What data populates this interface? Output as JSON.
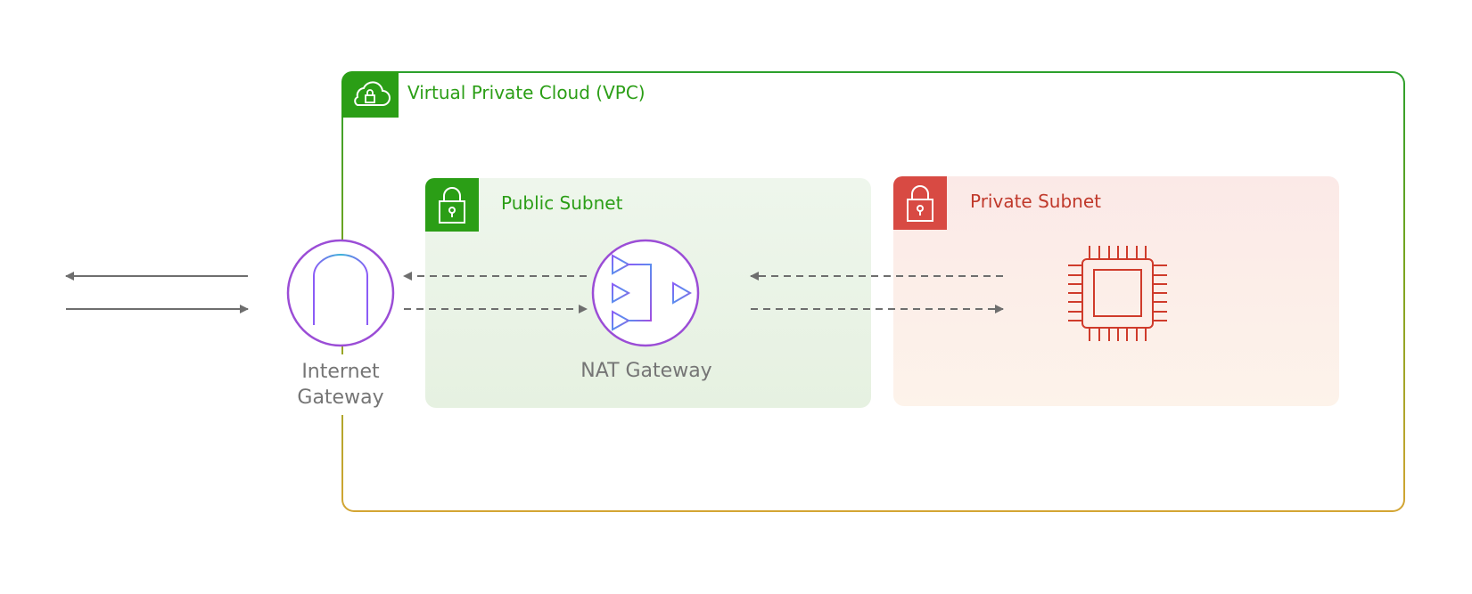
{
  "vpc": {
    "title": "Virtual Private Cloud (VPC)",
    "color": "#2b9e16",
    "icon": "cloud-lock-icon"
  },
  "subnets": {
    "public": {
      "title": "Public Subnet",
      "color": "#2b9e16",
      "icon": "lock-icon"
    },
    "private": {
      "title": "Private Subnet",
      "color": "#d84a43",
      "icon": "lock-icon"
    }
  },
  "nodes": {
    "internet_gateway": {
      "label_line1": "Internet",
      "label_line2": "Gateway",
      "icon": "internet-gateway-icon",
      "color": "#9b4dd6"
    },
    "nat_gateway": {
      "label": "NAT Gateway",
      "icon": "nat-gateway-icon",
      "color": "#9b4dd6"
    },
    "instance": {
      "icon": "chip-icon",
      "color": "#cf3b2b"
    }
  },
  "connections": [
    {
      "from": "internet",
      "to": "internet_gateway",
      "style": "solid",
      "bidirectional": true
    },
    {
      "from": "internet_gateway",
      "to": "nat_gateway",
      "style": "dashed",
      "bidirectional": true
    },
    {
      "from": "nat_gateway",
      "to": "instance",
      "style": "dashed",
      "bidirectional": true
    }
  ]
}
